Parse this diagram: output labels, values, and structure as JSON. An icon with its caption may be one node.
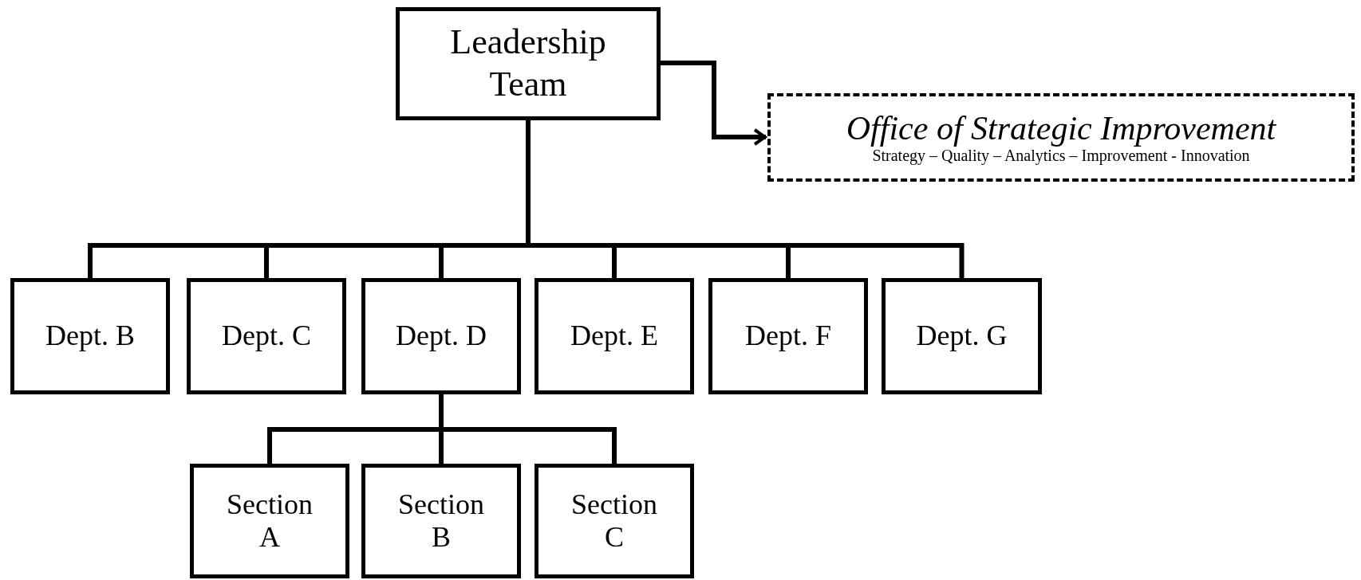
{
  "diagram": {
    "nodes": [
      {
        "text": [
          "Leadership Team"
        ]
      },
      {
        "text": [
          "Office of Strategic Improvement",
          "Strategy – Quality – Analytics – Improvement - Innovation"
        ]
      },
      {
        "text": [
          "Dept. B"
        ]
      },
      {
        "text": [
          "Dept. C"
        ]
      },
      {
        "text": [
          "Dept. D"
        ]
      },
      {
        "text": [
          "Dept. E"
        ]
      },
      {
        "text": [
          "Dept. F"
        ]
      },
      {
        "text": [
          "Dept. G"
        ]
      },
      {
        "text": [
          "Section A"
        ]
      },
      {
        "text": [
          "Section B"
        ]
      },
      {
        "text": [
          "Section C"
        ]
      }
    ],
    "edges": [
      {
        "from": 0,
        "to": 1,
        "arrow": "to"
      },
      {
        "from": 0,
        "to": 2,
        "arrow": "none"
      },
      {
        "from": 0,
        "to": 3,
        "arrow": "none"
      },
      {
        "from": 0,
        "to": 4,
        "arrow": "none"
      },
      {
        "from": 0,
        "to": 5,
        "arrow": "none"
      },
      {
        "from": 0,
        "to": 6,
        "arrow": "none"
      },
      {
        "from": 0,
        "to": 7,
        "arrow": "none"
      },
      {
        "from": 4,
        "to": 8,
        "arrow": "none"
      },
      {
        "from": 4,
        "to": 9,
        "arrow": "none"
      },
      {
        "from": 4,
        "to": 10,
        "arrow": "none"
      }
    ]
  }
}
